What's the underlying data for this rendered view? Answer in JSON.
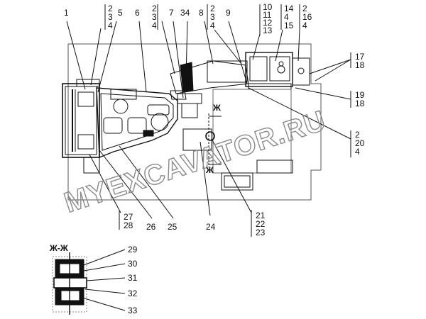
{
  "watermark": "MYEXCAVATOR.RU",
  "section_label": "Ж-Ж",
  "section_marker": "Ж",
  "callouts": {
    "c1": "1",
    "c2a": "2",
    "c3a": "3",
    "c4a": "4",
    "c5": "5",
    "c6": "6",
    "c2b": "2",
    "c3b": "3",
    "c4b": "4",
    "c7": "7",
    "c34": "34",
    "c8": "8",
    "c2c": "2",
    "c3c": "3",
    "c4c": "4",
    "c9": "9",
    "c10": "10",
    "c11": "11",
    "c12": "12",
    "c13": "13",
    "c14": "14",
    "c4d": "4",
    "c15": "15",
    "c2e": "2",
    "c16": "16",
    "c4e": "4",
    "c17": "17",
    "c18a": "18",
    "c19": "19",
    "c18b": "18",
    "c2f": "2",
    "c20": "20",
    "c4f": "4",
    "c21": "21",
    "c22": "22",
    "c23": "23",
    "c24": "24",
    "c25": "25",
    "c26": "26",
    "c27": "27",
    "c28": "28",
    "c29": "29",
    "c30": "30",
    "c31": "31",
    "c32": "32",
    "c33": "33"
  }
}
